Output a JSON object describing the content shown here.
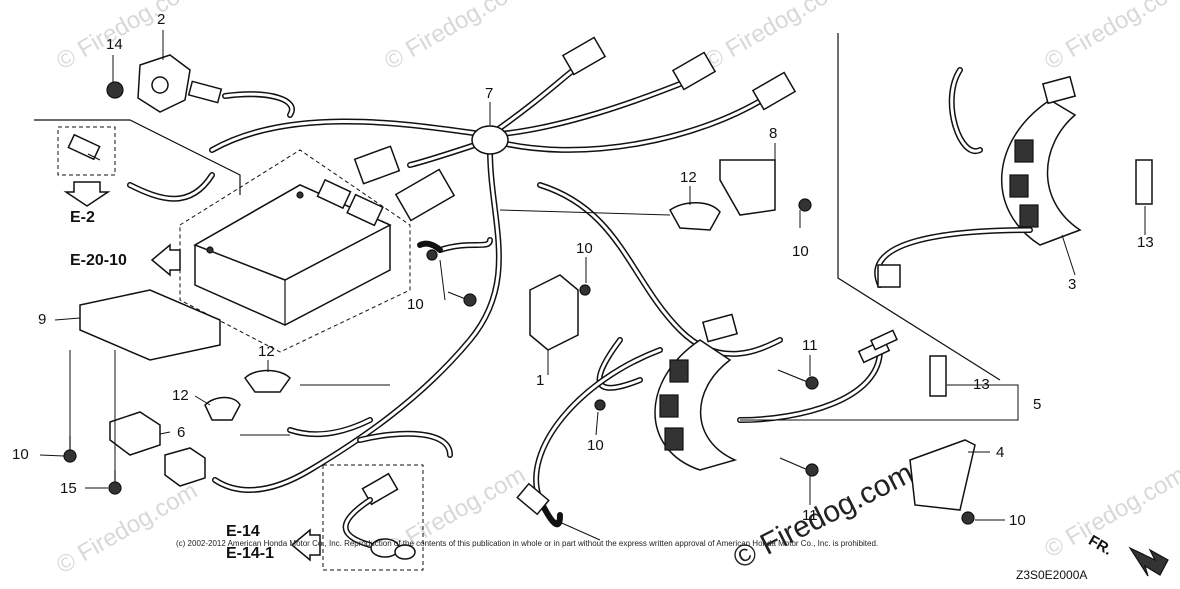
{
  "watermark": "© Firedog.com",
  "copyright": "(c) 2002-2012 American Honda Motor Co., Inc. Reproduction of the contents of this publication in whole or in part without the express written approval of American Honda Motor Co., Inc. is prohibited.",
  "diagram_code": "Z3S0E2000A",
  "front_label": "FR.",
  "refs": {
    "e2": "E-2",
    "e20_10": "E-20-10",
    "e14": "E-14",
    "e14_1": "E-14-1"
  },
  "callouts": [
    {
      "id": "c2",
      "text": "2"
    },
    {
      "id": "c14",
      "text": "14"
    },
    {
      "id": "c7",
      "text": "7"
    },
    {
      "id": "c8",
      "text": "8"
    },
    {
      "id": "c12a",
      "text": "12"
    },
    {
      "id": "c10a",
      "text": "10"
    },
    {
      "id": "c10b",
      "text": "10"
    },
    {
      "id": "c10c",
      "text": "10"
    },
    {
      "id": "c9",
      "text": "9"
    },
    {
      "id": "c12b",
      "text": "12"
    },
    {
      "id": "c12c",
      "text": "12"
    },
    {
      "id": "c1",
      "text": "1"
    },
    {
      "id": "c10d",
      "text": "10"
    },
    {
      "id": "c6",
      "text": "6"
    },
    {
      "id": "c10e",
      "text": "10"
    },
    {
      "id": "c15",
      "text": "15"
    },
    {
      "id": "c11a",
      "text": "11"
    },
    {
      "id": "c11b",
      "text": "11"
    },
    {
      "id": "c13a",
      "text": "13"
    },
    {
      "id": "c5",
      "text": "5"
    },
    {
      "id": "c4",
      "text": "4"
    },
    {
      "id": "c10f",
      "text": "10"
    },
    {
      "id": "c3",
      "text": "3"
    },
    {
      "id": "c13b",
      "text": "13"
    }
  ]
}
